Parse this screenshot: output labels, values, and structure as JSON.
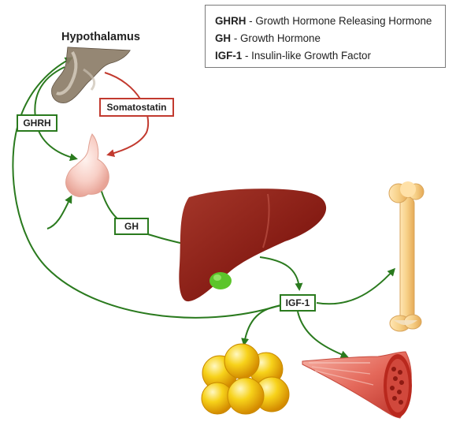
{
  "legend": {
    "rows": [
      {
        "abbr": "GHRH",
        "sep": " - ",
        "text": "Growth Hormone Releasing Hormone"
      },
      {
        "abbr": "GH",
        "sep": " - ",
        "text": "Growth Hormone"
      },
      {
        "abbr": "IGF-1",
        "sep": " - ",
        "text": "Insulin-like Growth Factor"
      }
    ]
  },
  "labels": {
    "hypothalamus": "Hypothalamus",
    "ghrh": "GHRH",
    "somatostatin": "Somatostatin",
    "gh": "GH",
    "igf1": "IGF-1"
  },
  "colors": {
    "stimulate_arrow": "#2a7a1e",
    "inhibit_arrow": "#c23a2f",
    "liver": "#8b1f16",
    "gallbladder": "#5cc52b",
    "pituitary": "#f6c9c2",
    "bone": "#f3c97f",
    "fat_cells": "#f2c200",
    "muscle": "#e0685a"
  },
  "icons": [
    "hypothalamus-icon",
    "pituitary-icon",
    "liver-icon",
    "bone-icon",
    "fat-cells-icon",
    "muscle-icon"
  ]
}
